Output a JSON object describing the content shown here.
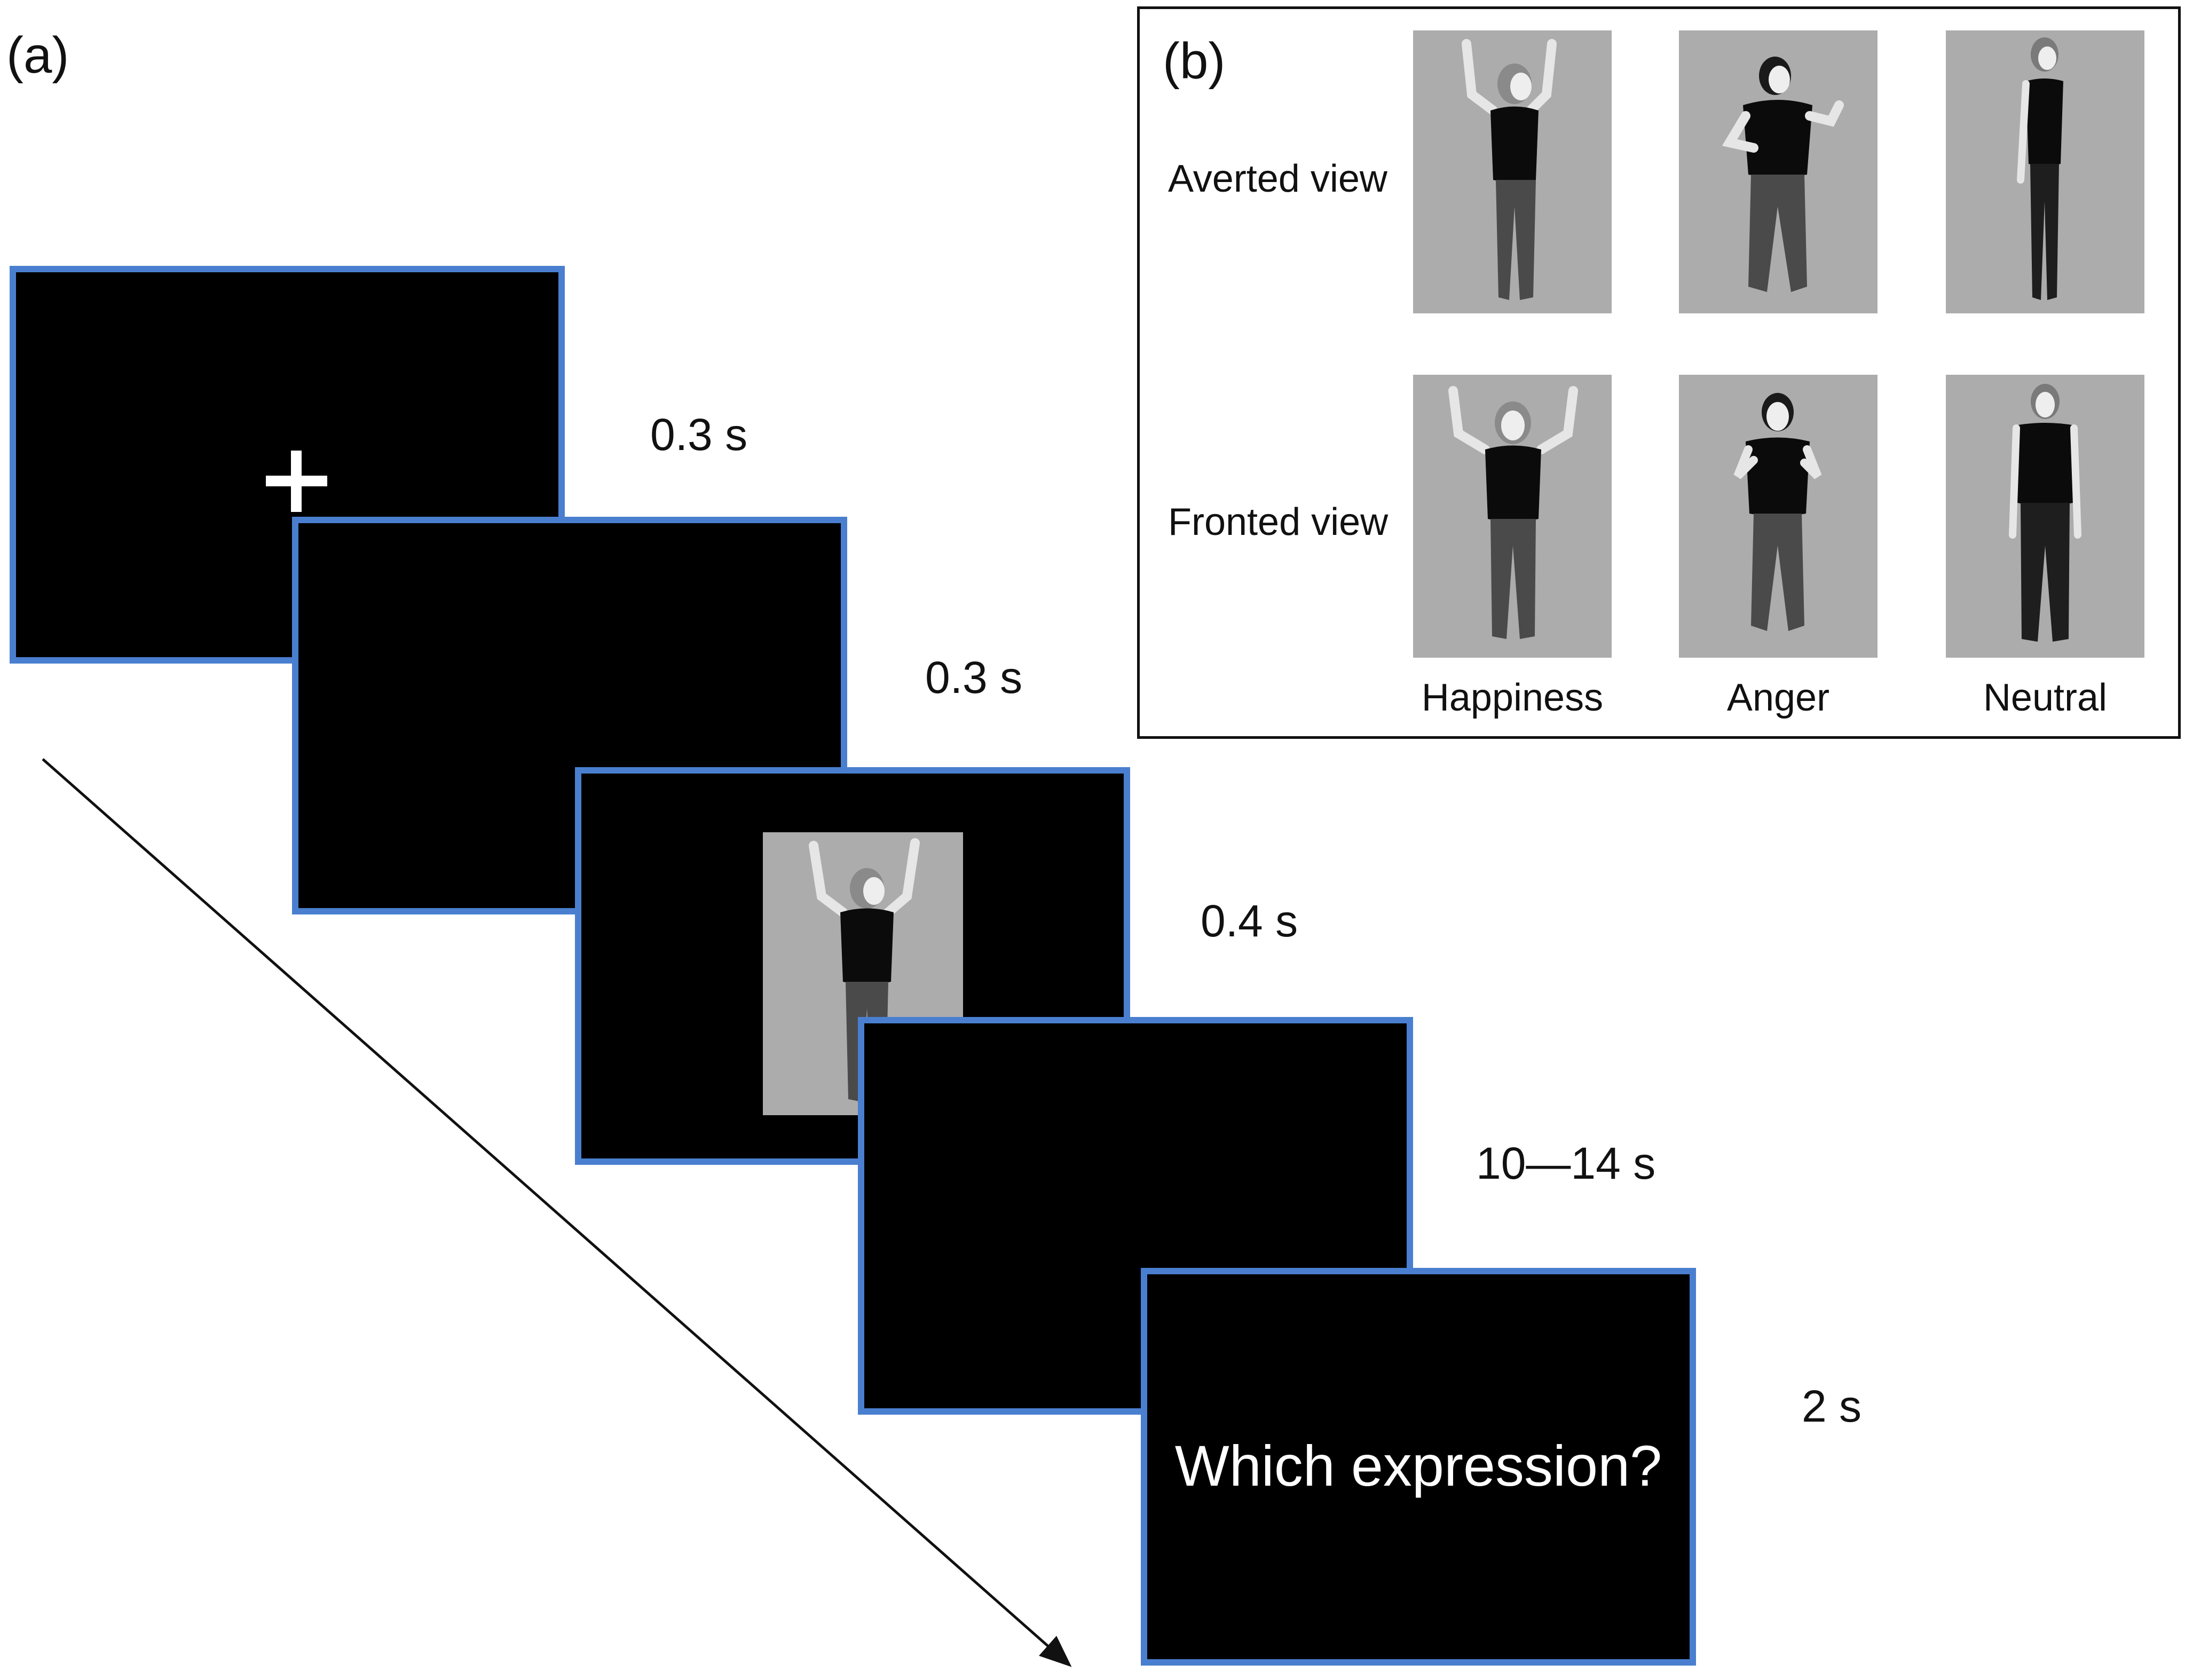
{
  "panel_a": {
    "label": "(a)",
    "screens": [
      {
        "name": "fixation-screen",
        "timing": "0.3 s"
      },
      {
        "name": "blank-screen-1",
        "timing": "0.3 s"
      },
      {
        "name": "stimulus-screen",
        "timing": "0.4 s"
      },
      {
        "name": "blank-screen-2",
        "timing": "10—14 s"
      },
      {
        "name": "question-screen",
        "timing": "2 s",
        "text": "Which expression?"
      }
    ],
    "timeline_arrow": "time-arrow"
  },
  "panel_b": {
    "label": "(b)",
    "rows": [
      "Averted view",
      "Fronted view"
    ],
    "columns": [
      "Happiness",
      "Anger",
      "Neutral"
    ]
  },
  "colors": {
    "screen_border": "#4a7fd0",
    "screen_fill": "#000000",
    "photo_background": "#acacac",
    "figure_dark": "#0b0b0b",
    "jeans": "#4a4a4a",
    "skin": "#e6e6e6"
  }
}
